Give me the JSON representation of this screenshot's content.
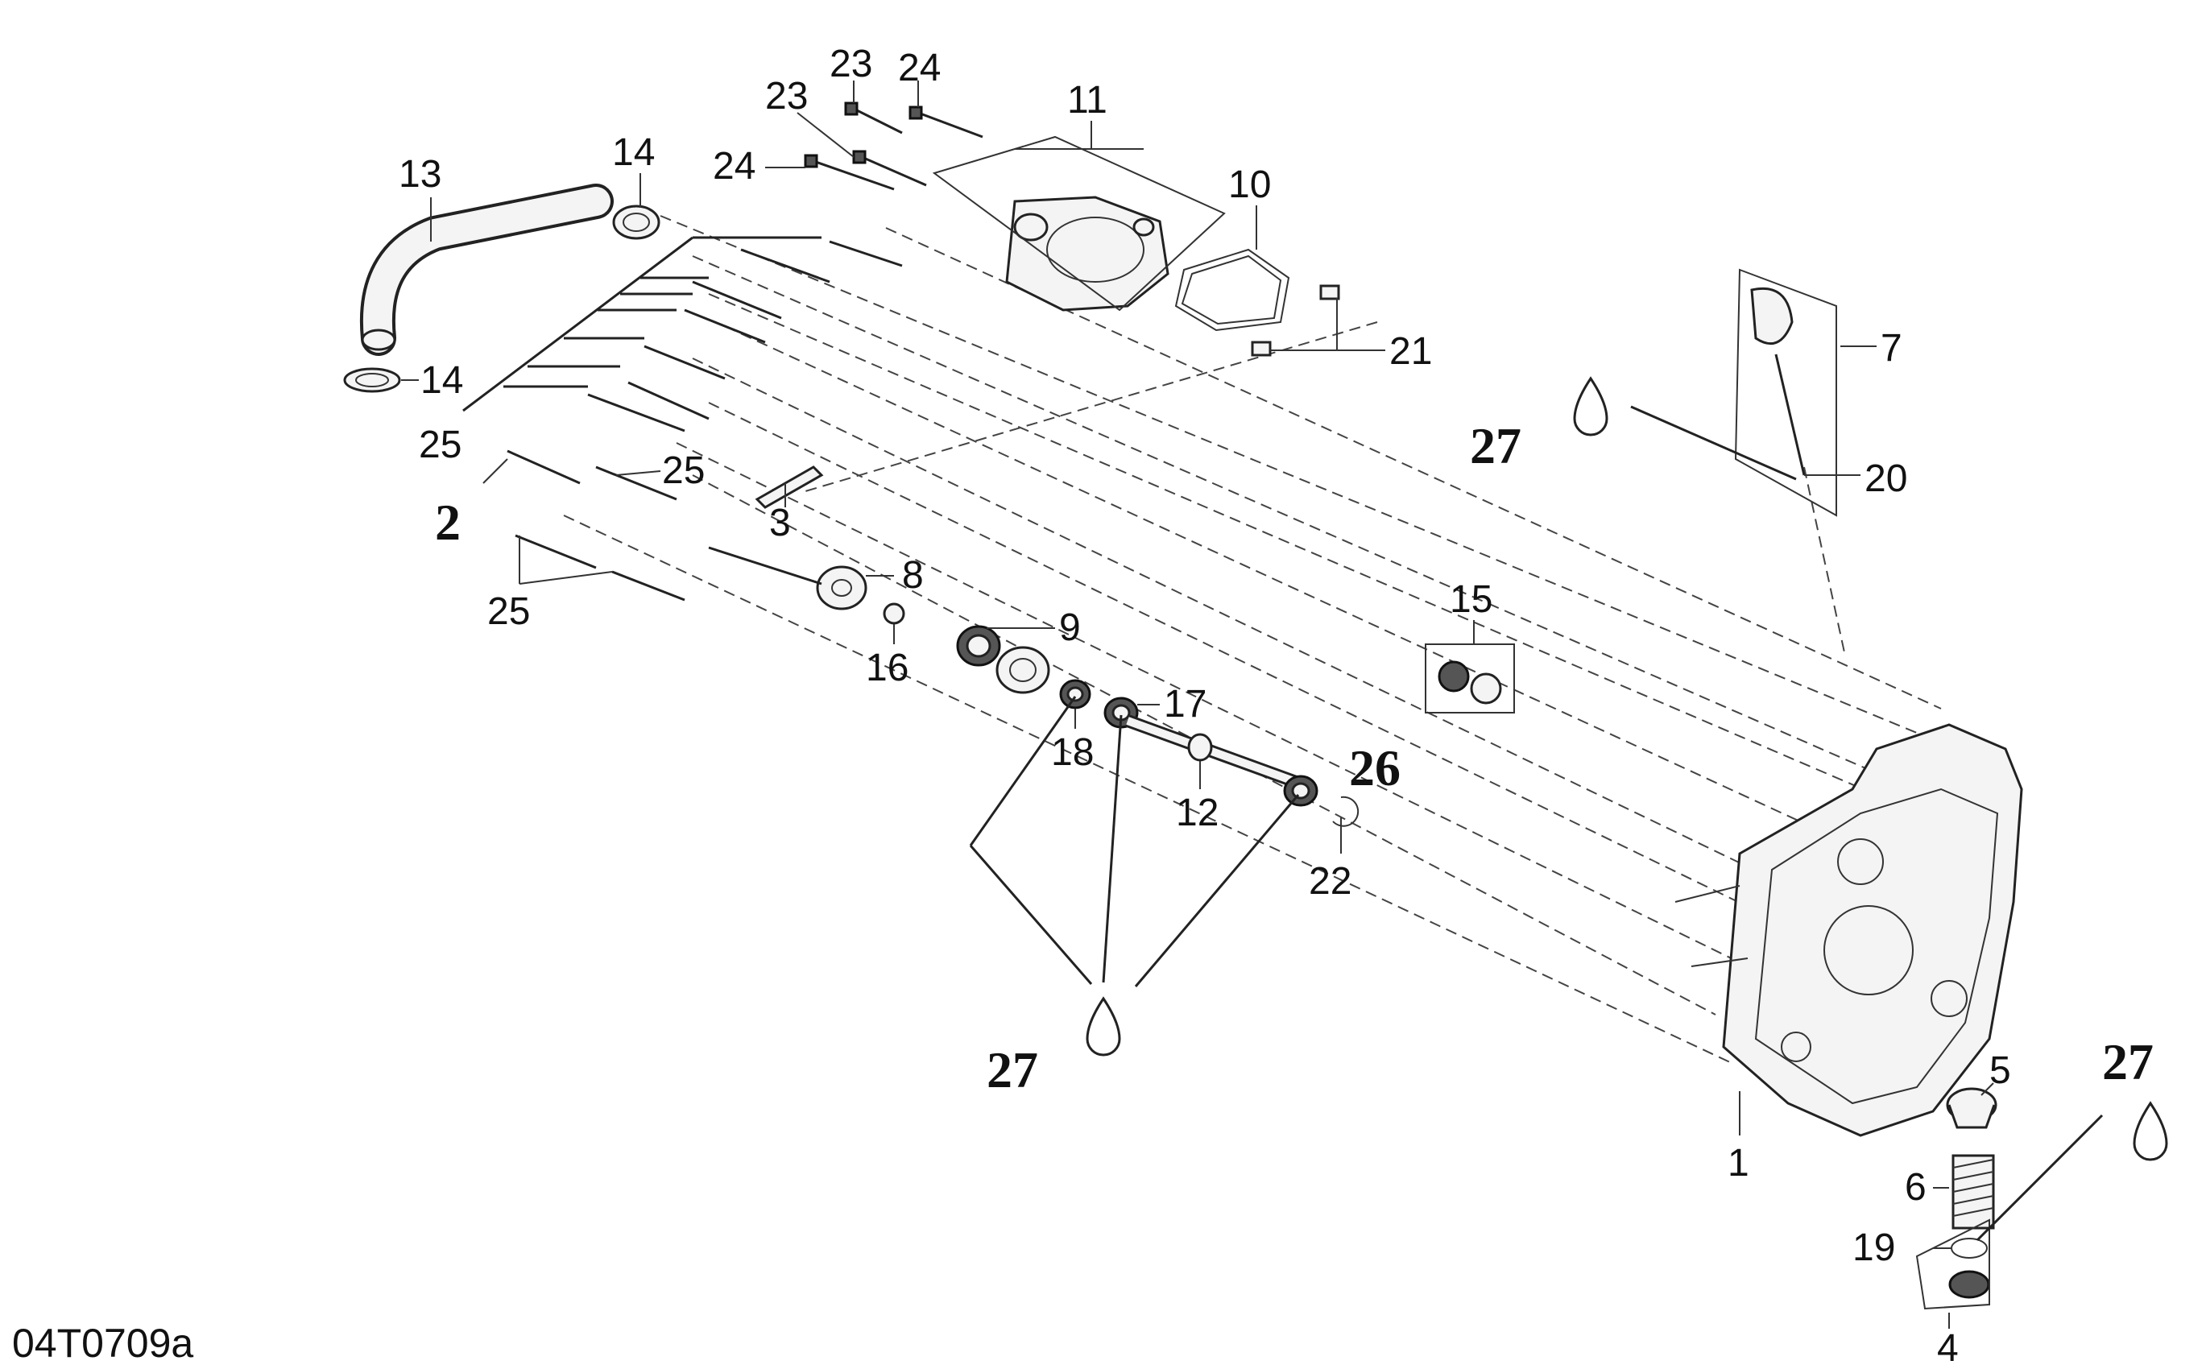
{
  "diagram": {
    "drawing_code": "04T0709a",
    "callouts": {
      "c1": "1",
      "c2": "2",
      "c3": "3",
      "c4": "4",
      "c5": "5",
      "c6": "6",
      "c7": "7",
      "c8": "8",
      "c9": "9",
      "c10": "10",
      "c11": "11",
      "c12": "12",
      "c13": "13",
      "c14a": "14",
      "c14b": "14",
      "c15": "15",
      "c16": "16",
      "c17": "17",
      "c18": "18",
      "c19": "19",
      "c20": "20",
      "c21": "21",
      "c22": "22",
      "c23a": "23",
      "c23b": "23",
      "c24a": "24",
      "c24b": "24",
      "c25a": "25",
      "c25b": "25",
      "c25c": "25",
      "c26": "26",
      "c27a": "27",
      "c27b": "27",
      "c27c": "27"
    }
  }
}
